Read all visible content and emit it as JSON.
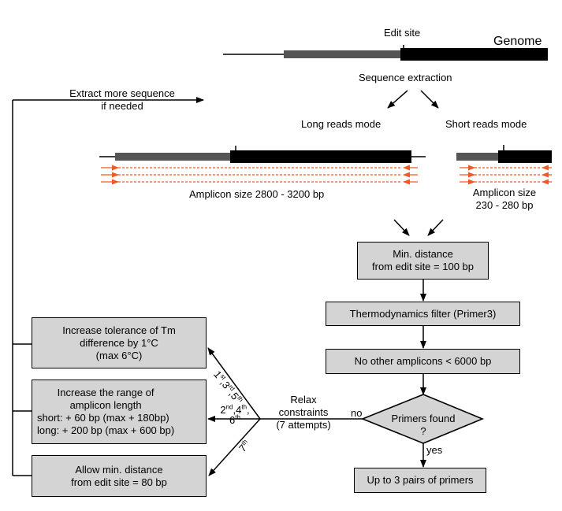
{
  "genome": {
    "title": "Genome",
    "edit_site": "Edit site",
    "extraction": "Sequence extraction"
  },
  "modes": {
    "long": "Long reads mode",
    "short": "Short reads mode"
  },
  "amplicon": {
    "long": "Amplicon size 2800 - 3200 bp",
    "short_line1": "Amplicon size",
    "short_line2": "230 - 280 bp"
  },
  "loop": {
    "line1": "Extract more sequence",
    "line2": "if needed"
  },
  "pipeline": {
    "min_distance": [
      "Min. distance",
      "from edit site = 100 bp"
    ],
    "thermo": "Thermodynamics filter (Primer3)",
    "no_other": "No other amplicons < 6000 bp",
    "decision": [
      "Primers found",
      "?"
    ],
    "result": "Up to 3 pairs of primers",
    "yes": "yes",
    "no": "no"
  },
  "relax": [
    "Relax",
    "constraints",
    "(7 attempts)"
  ],
  "relax_boxes": {
    "tm": [
      "Increase tolerance of Tm",
      "difference by 1°C",
      "(max 6°C)"
    ],
    "range": [
      "Increase the range of",
      "amplicon length",
      "short: + 60 bp (max + 180bp)",
      "long: + 200 bp (max + 600 bp)"
    ],
    "distance": [
      "Allow min. distance",
      "from edit site = 80 bp"
    ]
  },
  "attempts": {
    "upper": {
      "n1": "1",
      "s1": "st",
      "n2": "3",
      "s2": "rd",
      "n3": "5",
      "s3": "th"
    },
    "middle": {
      "n1": "2",
      "s1": "nd",
      "n2": "4",
      "s2": "th",
      "n3": "6",
      "s3": "th"
    },
    "lower": {
      "n1": "7",
      "s1": "th"
    }
  },
  "colors": {
    "box_fill": "#d4d4d4",
    "primer": "#ee5a24",
    "upstream": "#555555",
    "downstream": "#000000"
  }
}
